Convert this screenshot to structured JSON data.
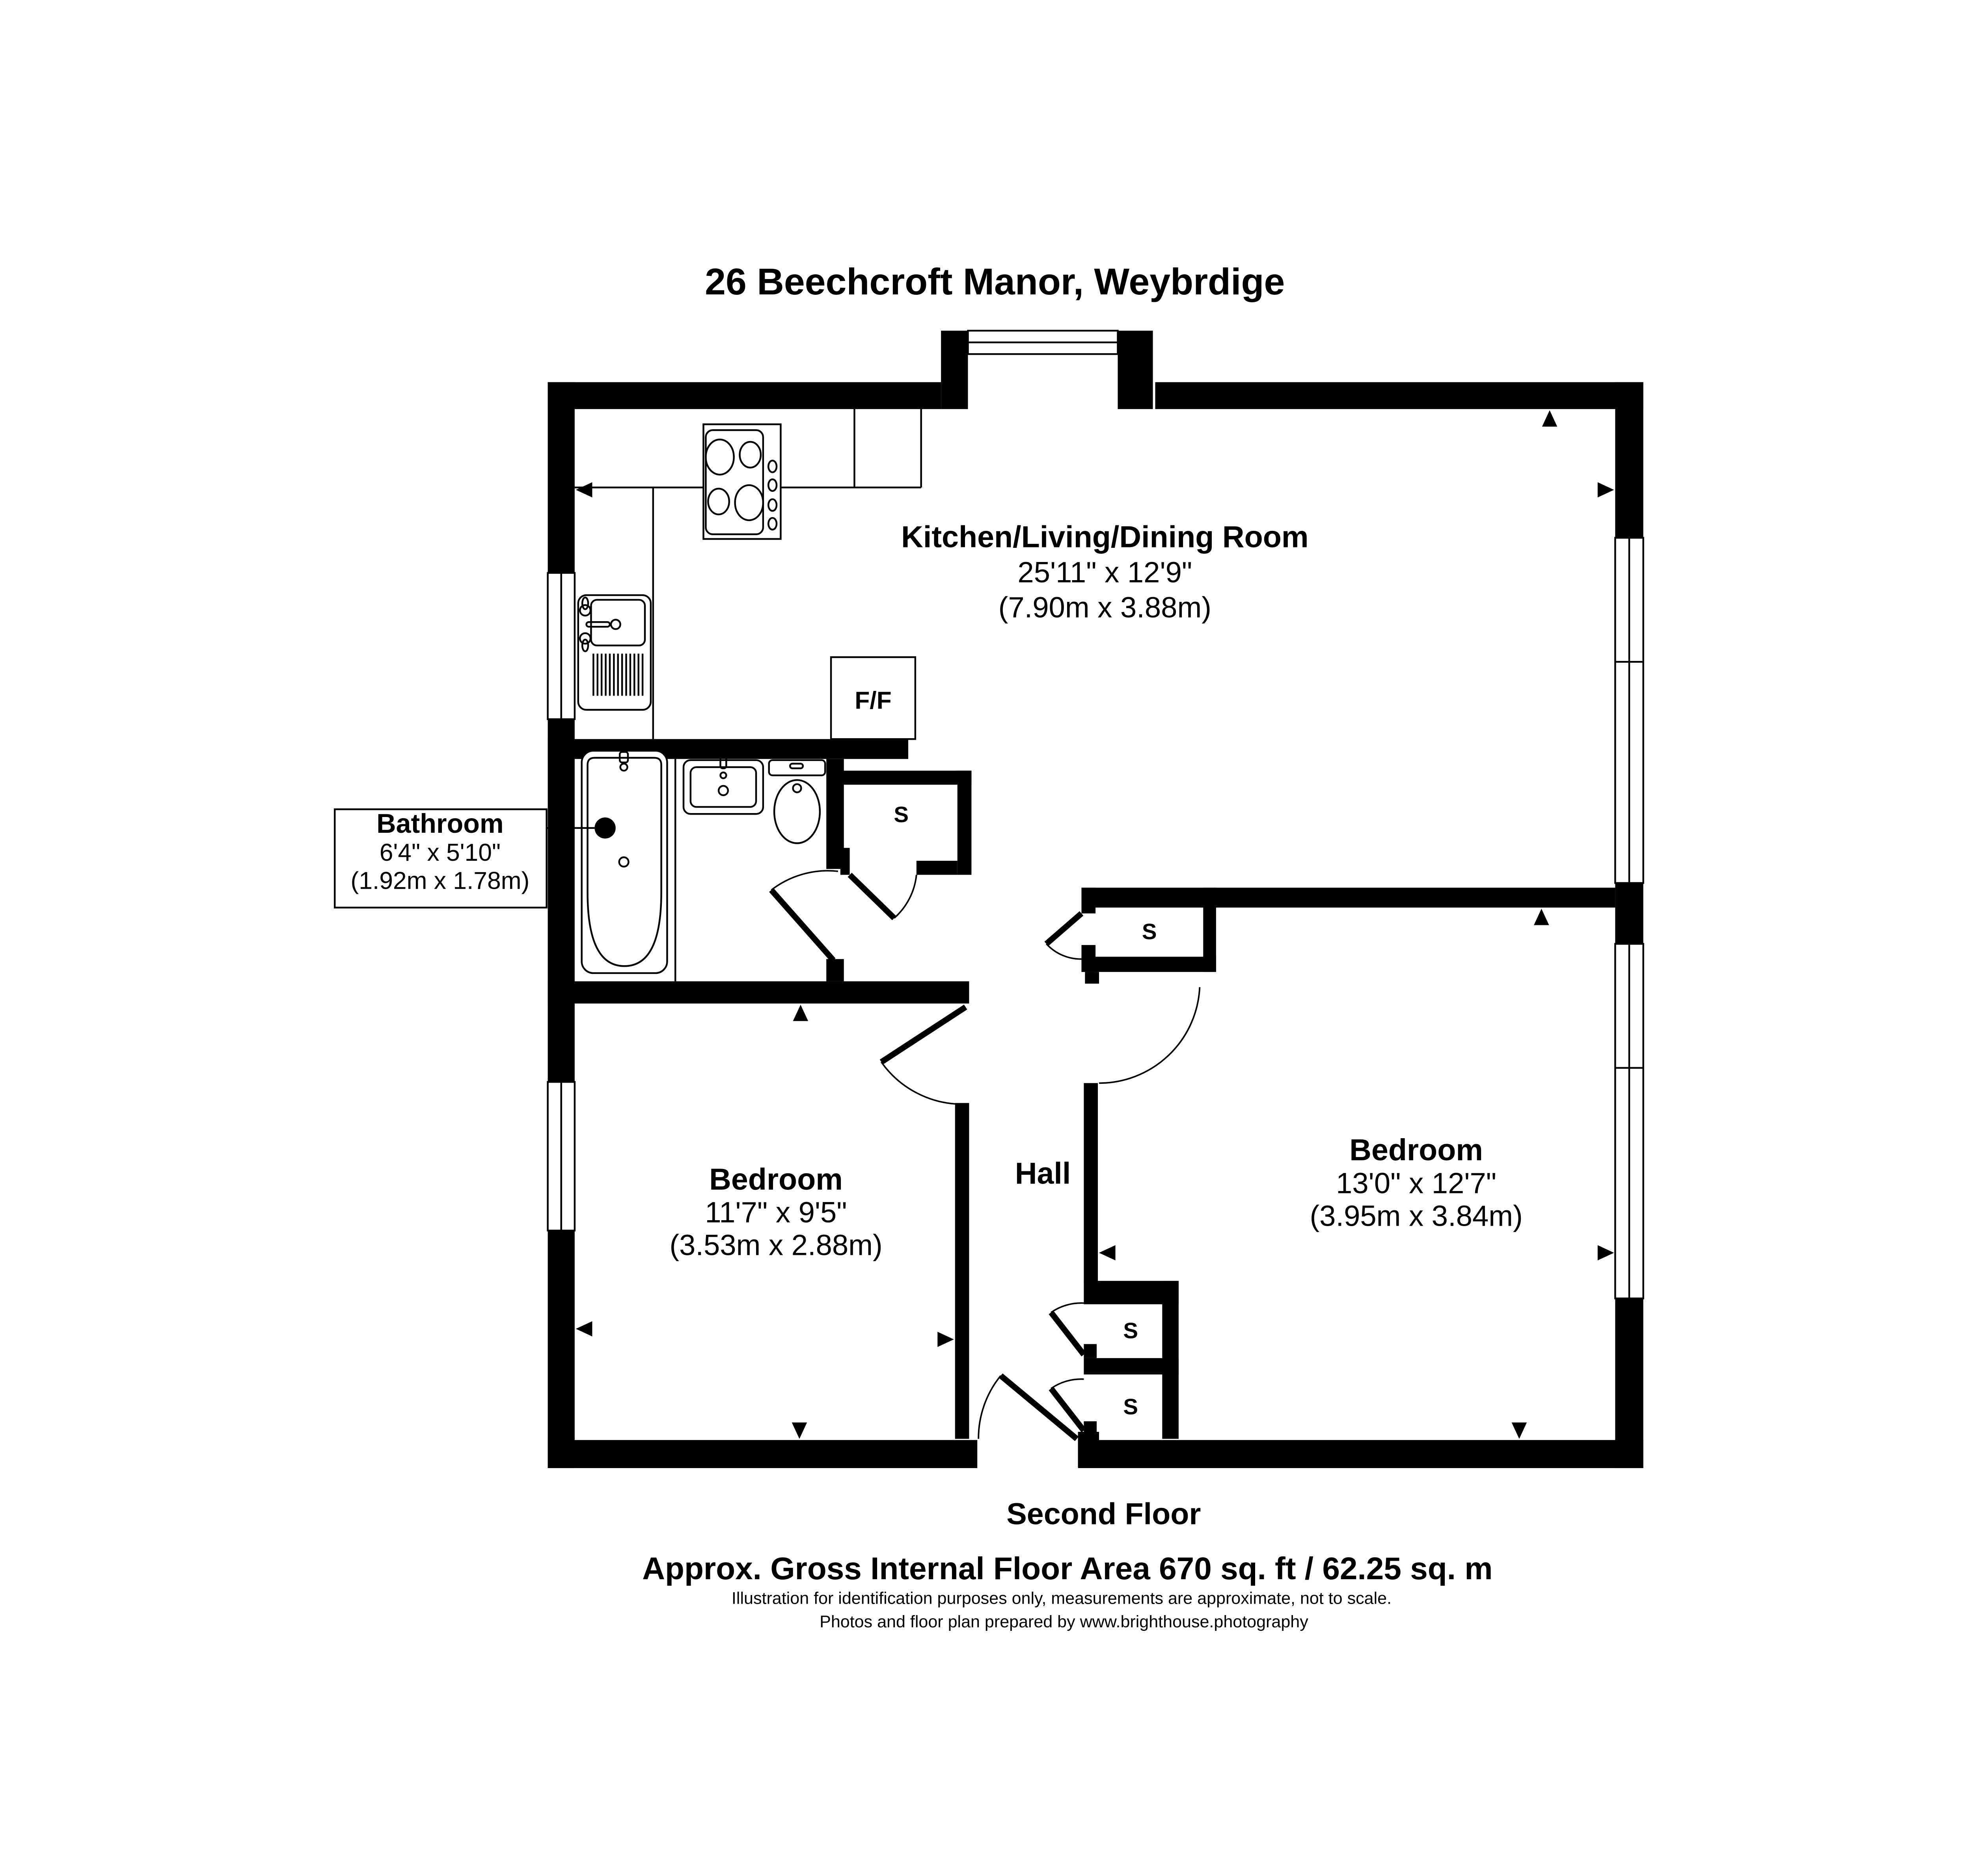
{
  "title": "26 Beechcroft Manor, Weybrdige",
  "floor": {
    "label": "Second Floor"
  },
  "footer": {
    "area": "Approx. Gross Internal Floor Area 670 sq. ft / 62.25 sq. m",
    "disclaimer": "Illustration for identification purposes only, measurements are approximate, not to scale.",
    "credit": "Photos and floor plan prepared by www.brighthouse.photography"
  },
  "rooms": {
    "kitchen_living_dining": {
      "name": "Kitchen/Living/Dining Room",
      "size_imperial": "25'11\" x 12'9\"",
      "size_metric": "(7.90m x 3.88m)"
    },
    "bathroom": {
      "name": "Bathroom",
      "size_imperial": "6'4\" x 5'10\"",
      "size_metric": "(1.92m x 1.78m)"
    },
    "bedroom_left": {
      "name": "Bedroom",
      "size_imperial": "11'7\" x 9'5\"",
      "size_metric": "(3.53m x 2.88m)"
    },
    "bedroom_right": {
      "name": "Bedroom",
      "size_imperial": "13'0\" x 12'7\"",
      "size_metric": "(3.95m x 3.84m)"
    },
    "hall": {
      "name": "Hall"
    }
  },
  "markers": {
    "fridge_freezer": "F/F",
    "storage": "S"
  },
  "colors": {
    "wall": "#000000",
    "background": "#ffffff"
  }
}
